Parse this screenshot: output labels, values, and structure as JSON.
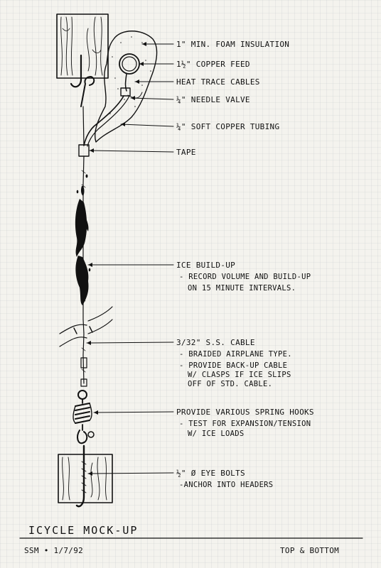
{
  "labels": {
    "foam": "1\" MIN. FOAM INSULATION",
    "feed": "1½\" COPPER FEED",
    "heat": "HEAT TRACE CABLES",
    "valve": "¼\" NEEDLE VALVE",
    "tubing": "¼\" SOFT COPPER TUBING",
    "tape": "TAPE",
    "ice_title": "ICE BUILD-UP",
    "ice_note1": "- RECORD VOLUME AND BUILD-UP",
    "ice_note2": "ON 15 MINUTE INTERVALS.",
    "cable_title": "3/32\" S.S. CABLE",
    "cable_note1": "- BRAIDED AIRPLANE TYPE.",
    "cable_note2": "- PROVIDE BACK-UP CABLE",
    "cable_note3": "W/ CLASPS IF ICE SLIPS",
    "cable_note4": "OFF OF STD. CABLE.",
    "spring_title": "PROVIDE VARIOUS SPRING HOOKS",
    "spring_note1": "- TEST FOR EXPANSION/TENSION",
    "spring_note2": "W/ ICE LOADS",
    "bolt_title": "½\" Ø EYE BOLTS",
    "bolt_note1": "-ANCHOR INTO HEADERS"
  },
  "title_block": {
    "title": "ICYCLE MOCK-UP",
    "author_date": "SSM • 1/7/92",
    "view": "TOP & BOTTOM"
  }
}
